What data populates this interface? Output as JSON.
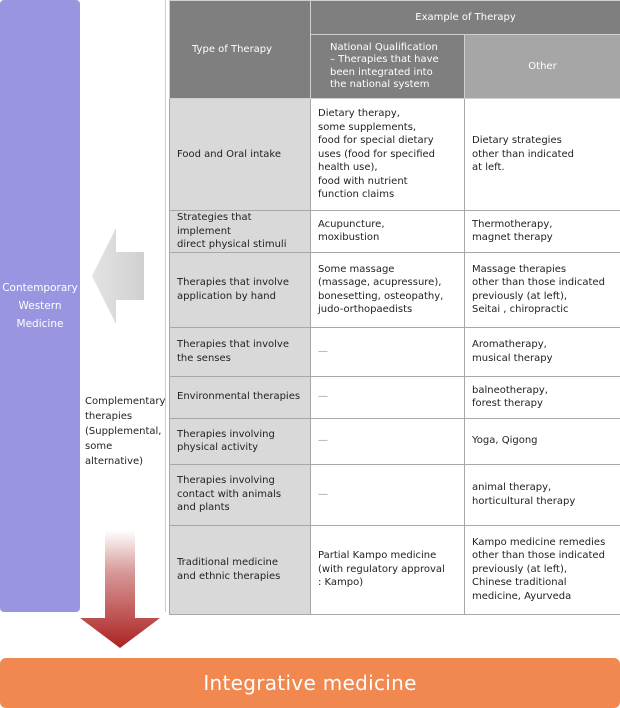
{
  "western_medicine": "Contemporary\nWestern\nMedicine",
  "complementary_label": "Complementary\ntherapies\n(Supplemental,\nsome alternative)",
  "header": {
    "type_of_therapy": "Type of Therapy",
    "example_of_therapy": "Example of Therapy",
    "national_qualification": "National Qualification\n– Therapies that have\nbeen integrated into\nthe national system",
    "other": "Other"
  },
  "rows": [
    {
      "type": "Food and Oral intake",
      "national": "Dietary therapy,\nsome supplements,\nfood for special dietary\n uses (food for specified\nhealth use),\n food with nutrient\n function claims",
      "other": "Dietary strategies\nother than indicated\nat left."
    },
    {
      "type": "Strategies that implement\ndirect physical stimuli",
      "national": "Acupuncture,\nmoxibustion",
      "other": "Thermotherapy,\nmagnet therapy"
    },
    {
      "type": "Therapies that involve\napplication by hand",
      "national": "Some massage\n (massage, acupressure),\nbonesetting, osteopathy,\njudo-orthopaedists",
      "other": "Massage therapies\nother than those indicated\npreviously (at left),\nSeitai , chiropractic"
    },
    {
      "type": "Therapies that involve\n the senses",
      "national": "—",
      "other": "Aromatherapy,\nmusical therapy"
    },
    {
      "type": "Environmental therapies",
      "national": "—",
      "other": "balneotherapy,\nforest therapy"
    },
    {
      "type": "Therapies involving\nphysical activity",
      "national": "—",
      "other": "Yoga, Qigong"
    },
    {
      "type": "Therapies involving\ncontact with animals\nand plants",
      "national": "—",
      "other": "animal therapy,\nhorticultural therapy"
    },
    {
      "type": "Traditional medicine\nand ethnic therapies",
      "national": "Partial Kampo medicine\n (with regulatory approval\n: Kampo)",
      "other": "Kampo medicine remedies\nother than those indicated\npreviously (at left),\nChinese traditional\nmedicine, Ayurveda"
    }
  ],
  "integrative_medicine": "Integrative medicine",
  "colors": {
    "western_box": "#9a95e0",
    "header_dark": "#7f7f7f",
    "header_light": "#a6a6a6",
    "type_cell": "#d9d9d9",
    "integrative_bar": "#f0884f",
    "arrow_red": "#b02a2a"
  }
}
